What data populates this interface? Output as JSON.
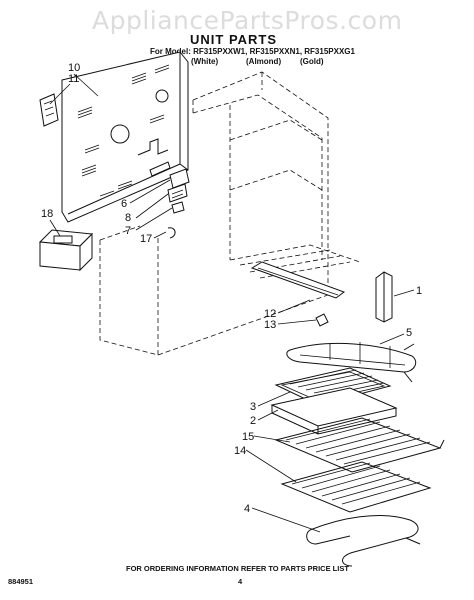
{
  "watermark": "AppliancePartsPros.com",
  "title": "UNIT PARTS",
  "model_line": "For Model: RF315PXXW1, RF315PXXN1, RF315PXXG1",
  "colors": {
    "white": "(White)",
    "almond": "(Almond)",
    "gold": "(Gold)"
  },
  "callouts": {
    "c10": "10",
    "c11": "11",
    "c6": "6",
    "c8": "8",
    "c7": "7",
    "c17": "17",
    "c18": "18",
    "c1": "1",
    "c12": "12",
    "c13": "13",
    "c5": "5",
    "c3": "3",
    "c2": "2",
    "c15": "15",
    "c14": "14",
    "c4": "4"
  },
  "footer": {
    "doc_number": "884951",
    "ordering_note": "FOR ORDERING INFORMATION REFER TO PARTS PRICE LIST",
    "page_number": "4"
  }
}
